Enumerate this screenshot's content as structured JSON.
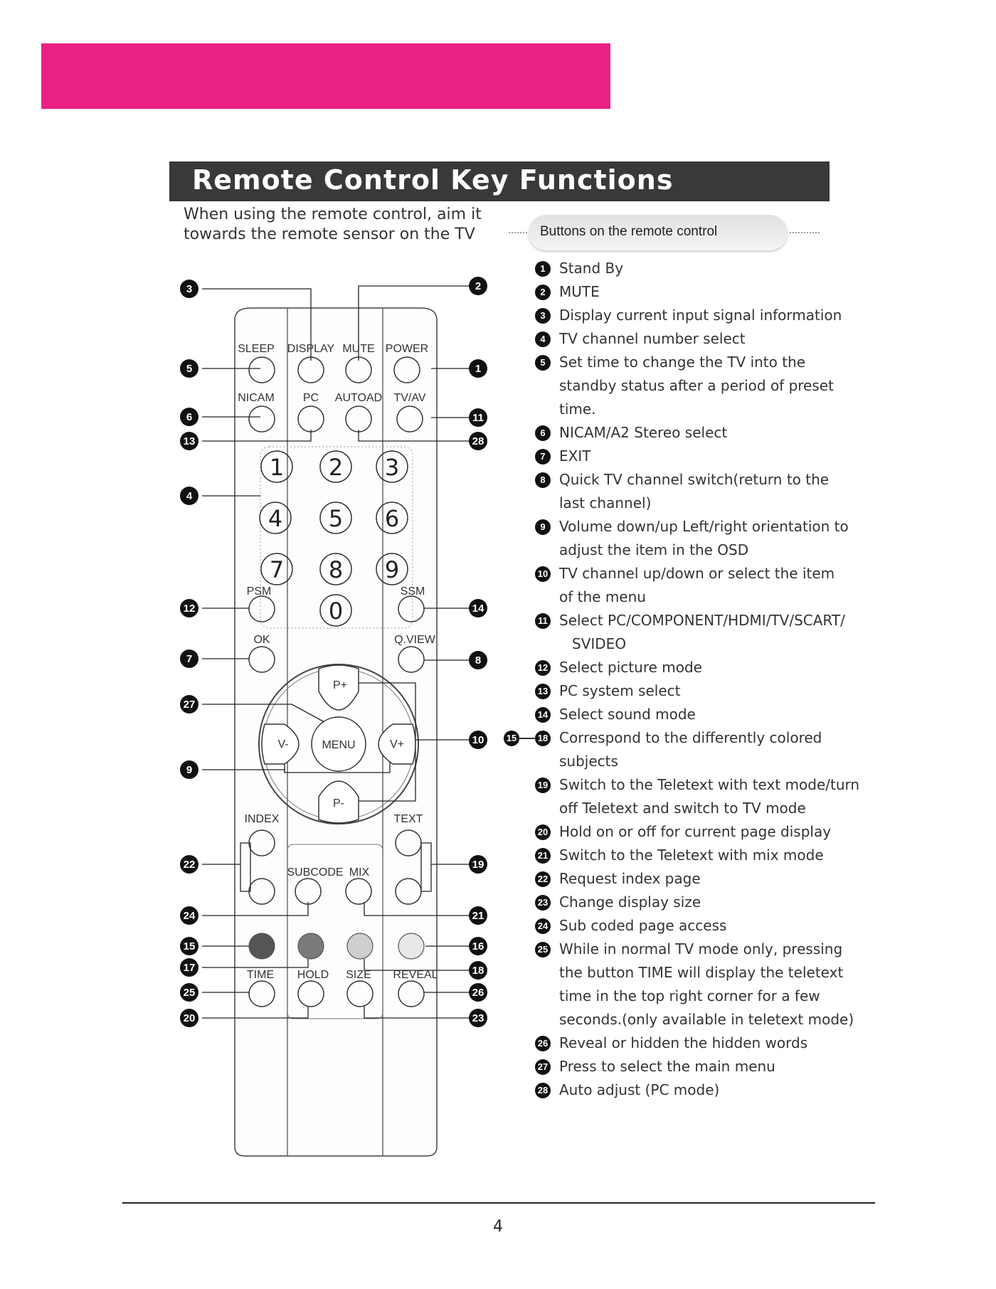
{
  "header": {
    "title": "Remote Control Key Functions"
  },
  "intro": {
    "line1": "When using the remote control, aim it",
    "line2": "towards the remote sensor on the TV"
  },
  "pill_label": "Buttons on the remote control",
  "remote": {
    "row1": [
      "SLEEP",
      "DISPLAY",
      "MUTE",
      "POWER"
    ],
    "row2": [
      "NICAM",
      "PC",
      "AUTOAD",
      "TV/AV"
    ],
    "digits": [
      "1",
      "2",
      "3",
      "4",
      "5",
      "6",
      "7",
      "8",
      "9",
      "0"
    ],
    "psm": "PSM",
    "ssm": "SSM",
    "ok": "OK",
    "qview": "Q.VIEW",
    "pplus": "P+",
    "pminus": "P-",
    "vminus": "V-",
    "vplus": "V+",
    "menu": "MENU",
    "index": "INDEX",
    "text": "TEXT",
    "subcode": "SUBCODE",
    "mix": "MIX",
    "time": "TIME",
    "hold": "HOLD",
    "size": "SIZE",
    "reveal": "REVEAL",
    "colors": [
      "#555555",
      "#7a7a7a",
      "#cfcfcf",
      "#e8e8e8"
    ]
  },
  "callouts": {
    "left": [
      "3",
      "5",
      "6",
      "13",
      "4",
      "12",
      "7",
      "27",
      "9",
      "22",
      "24",
      "15",
      "17",
      "25",
      "20"
    ],
    "right": [
      "2",
      "1",
      "11",
      "28",
      "14",
      "8",
      "10",
      "19",
      "21",
      "16",
      "18",
      "26",
      "23"
    ]
  },
  "functions": [
    {
      "num": "1",
      "text": "Stand By"
    },
    {
      "num": "2",
      "text": "MUTE"
    },
    {
      "num": "3",
      "text": "Display current input signal information"
    },
    {
      "num": "4",
      "text": "TV channel number select"
    },
    {
      "num": "5",
      "line1": "Set time to change the TV into the",
      "line2": "standby status after a period of preset",
      "line3": "time."
    },
    {
      "num": "6",
      "text": "NICAM/A2 Stereo select"
    },
    {
      "num": "7",
      "text": "EXIT"
    },
    {
      "num": "8",
      "line1": "Quick TV channel switch(return to the",
      "line2": "last channel)"
    },
    {
      "num": "9",
      "line1": "Volume down/up  Left/right orientation to",
      "line2": "adjust the item in the OSD"
    },
    {
      "num": "10",
      "line1": "TV channel up/down or select the item",
      "line2": "of the menu"
    },
    {
      "num": "11",
      "line1": "Select  PC/COMPONENT/HDMI/TV/SCART/",
      "line2": "SVIDEO"
    },
    {
      "num": "12",
      "text": "Select picture mode"
    },
    {
      "num": "13",
      "text": "PC system select"
    },
    {
      "num": "14",
      "text": "Select sound mode"
    },
    {
      "num_from": "15",
      "num": "18",
      "line1": "Correspond to the differently colored",
      "line2": "subjects"
    },
    {
      "num": "19",
      "line1": "Switch to the Teletext with text mode/turn",
      "line2": "off Teletext and switch to TV mode"
    },
    {
      "num": "20",
      "text": "Hold on or off for current page display"
    },
    {
      "num": "21",
      "text": "Switch to the Teletext with mix mode"
    },
    {
      "num": "22",
      "text": "Request index page"
    },
    {
      "num": "23",
      "text": "Change display size"
    },
    {
      "num": "24",
      "text": "Sub coded page access"
    },
    {
      "num": "25",
      "line1": "While in normal TV mode only, pressing",
      "line2": "the button TIME  will display the teletext",
      "line3": "time in the top right corner for a few",
      "line4": "seconds.(only available in teletext mode)"
    },
    {
      "num": "26",
      "text": "Reveal or hidden the hidden words"
    },
    {
      "num": "27",
      "text": "Press to select the main menu"
    },
    {
      "num": "28",
      "text": "Auto adjust (PC mode)"
    }
  ],
  "page_number": "4"
}
